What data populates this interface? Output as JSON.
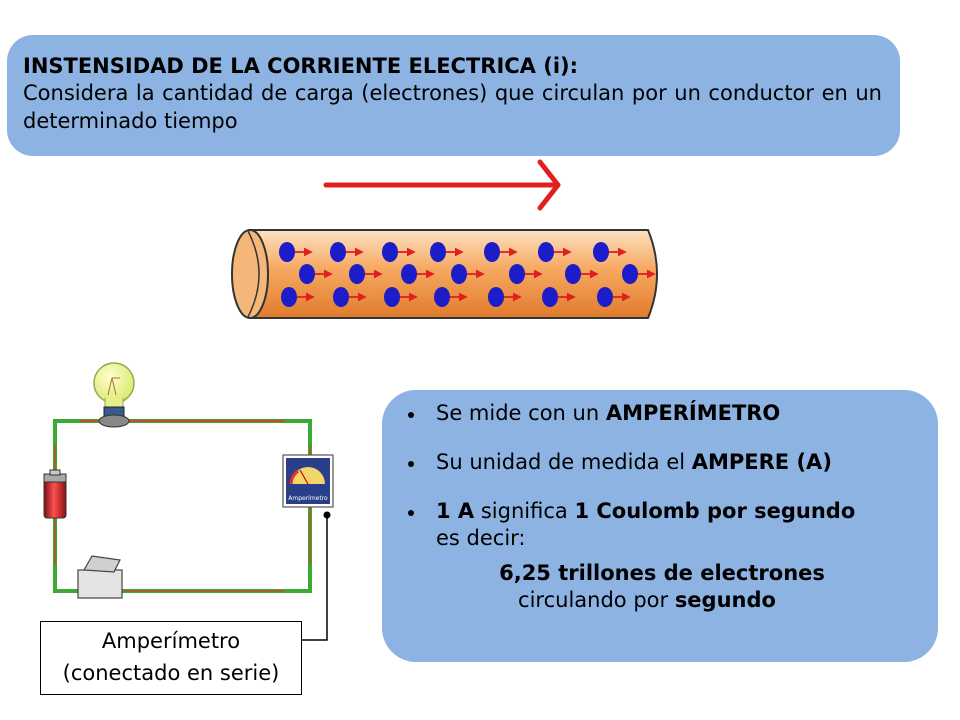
{
  "header": {
    "title": "INSTENSIDAD DE LA CORRIENTE ELECTRICA (i):",
    "body": "Considera la cantidad de carga (electrones) que circulan por un conductor en un determinado tiempo"
  },
  "bullets": {
    "b1_pre": "Se mide con un ",
    "b1_bold": "AMPERÍMETRO",
    "b2_pre": "Su unidad de medida el ",
    "b2_bold": "AMPERE (A)",
    "b3_bold1": "1 A",
    "b3_mid": " significa ",
    "b3_bold2": "1 Coulomb por segundo",
    "b3_line2": "es decir:",
    "result_line1": "6,25 trillones de electrones",
    "result_line2_pre": "circulando por ",
    "result_line2_bold": "segundo"
  },
  "ammeter_label": {
    "line1": "Amperímetro",
    "line2": "(conectado en serie)"
  },
  "ammeter_device_text": "Amperímetro",
  "colors": {
    "box_fill": "#8db3e2",
    "arrow": "#e02020",
    "wire": "#3aaa35",
    "electron": "#1c1cc8"
  }
}
